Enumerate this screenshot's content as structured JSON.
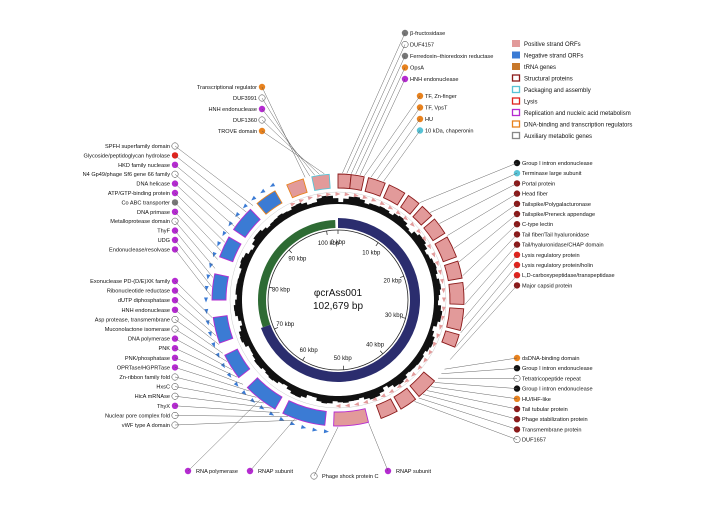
{
  "center": {
    "name": "φcrAss001",
    "size": "102,679 bp"
  },
  "ticks": [
    "0 kbp",
    "10 kbp",
    "20 kbp",
    "30 kbp",
    "40 kbp",
    "50 kbp",
    "60 kbp",
    "70 kbp",
    "80 kbp",
    "90 kbp",
    "100 kbp"
  ],
  "legend": [
    {
      "label": "Positive strand ORFs",
      "color": "#e29a9a",
      "style": "fill"
    },
    {
      "label": "Negative strand ORFs",
      "color": "#3b7bd4",
      "style": "fill"
    },
    {
      "label": "tRNA genes",
      "color": "#c8782a",
      "style": "fill"
    },
    {
      "label": "Structural proteins",
      "color": "#8b1a1a",
      "style": "box"
    },
    {
      "label": "Packaging and assembly",
      "color": "#59c3d6",
      "style": "box"
    },
    {
      "label": "Lysis",
      "color": "#e0231d",
      "style": "box"
    },
    {
      "label": "Replication and nucleic acid metabolism",
      "color": "#b52bd1",
      "style": "box"
    },
    {
      "label": "DNA-binding and transcription regulators",
      "color": "#e8821e",
      "style": "box"
    },
    {
      "label": "Auxiliary metabolic genes",
      "color": "#888888",
      "style": "box"
    }
  ],
  "labels_top": [
    {
      "text": "β-fructosidase",
      "badge": "",
      "color": "#777777"
    },
    {
      "text": "DUF4157",
      "badge": "o",
      "color": "#ffffff"
    },
    {
      "text": "Ferredoxin–thioredoxin reductase",
      "badge": "",
      "color": "#777777"
    },
    {
      "text": "OpsA",
      "badge": "",
      "color": "#e8821e"
    },
    {
      "text": "HNH endonuclease",
      "badge": "",
      "color": "#b52bd1"
    }
  ],
  "labels_top_left": [
    {
      "text": "Transcriptional regulator",
      "badge": "",
      "color": "#e8821e"
    },
    {
      "text": "DUF3991",
      "badge": "o",
      "color": "#ffffff"
    },
    {
      "text": "HNH endonuclease",
      "badge": "",
      "color": "#b52bd1"
    },
    {
      "text": "DUF1360",
      "badge": "o",
      "color": "#ffffff"
    },
    {
      "text": "TROVE domain",
      "badge": "",
      "color": "#e8821e"
    }
  ],
  "labels_top_right": [
    {
      "text": "TF, Zn-finger",
      "badge": "",
      "color": "#e8821e"
    },
    {
      "text": "TF, VpsT",
      "badge": "",
      "color": "#e8821e"
    },
    {
      "text": "HU",
      "badge": "",
      "color": "#e8821e"
    },
    {
      "text": "10 kDa, chaperonin",
      "badge": "",
      "color": "#59c3d6"
    }
  ],
  "labels_right": [
    {
      "text": "Group I intron endonuclease",
      "badge": "",
      "color": "#111111"
    },
    {
      "text": "Terminase large subunit",
      "badge": "",
      "color": "#59c3d6"
    },
    {
      "text": "Portal protein",
      "badge": "",
      "color": "#8b1a1a"
    },
    {
      "text": "Head fiber",
      "badge": "",
      "color": "#8b1a1a"
    },
    {
      "text": "Tailspike/Polygalacturonase",
      "badge": "",
      "color": "#8b1a1a"
    },
    {
      "text": "Tailspike/Preneck appendage",
      "badge": "",
      "color": "#8b1a1a"
    },
    {
      "text": "C-type lectin",
      "badge": "",
      "color": "#8b1a1a"
    },
    {
      "text": "Tail fiber/Tail hyaluronidase",
      "badge": "",
      "color": "#8b1a1a"
    },
    {
      "text": "Tail/hyaluronidase/CHAP domain",
      "badge": "",
      "color": "#8b1a1a"
    },
    {
      "text": "Lysis regulatory protein",
      "badge": "",
      "color": "#e0231d"
    },
    {
      "text": "Lysis regulatory protein/holin",
      "badge": "",
      "color": "#e0231d"
    },
    {
      "text": "L,D-carboxypeptidase/transpeptidase",
      "badge": "",
      "color": "#e0231d"
    },
    {
      "text": "Major capsid protein",
      "badge": "",
      "color": "#8b1a1a"
    }
  ],
  "labels_right_lower": [
    {
      "text": "dsDNA-binding domain",
      "badge": "",
      "color": "#e8821e"
    },
    {
      "text": "Group I intron endonuclease",
      "badge": "",
      "color": "#111111"
    },
    {
      "text": "Tetratricopeptide repeat",
      "badge": "o",
      "color": "#ffffff"
    },
    {
      "text": "Group I intron endonuclease",
      "badge": "",
      "color": "#111111"
    },
    {
      "text": "HU/IHF-like",
      "badge": "",
      "color": "#e8821e"
    },
    {
      "text": "Tail tubular protein",
      "badge": "",
      "color": "#8b1a1a"
    },
    {
      "text": "Phage stabilization protein",
      "badge": "",
      "color": "#8b1a1a"
    },
    {
      "text": "Transmembrane protein",
      "badge": "",
      "color": "#8b1a1a"
    },
    {
      "text": "DUF1657",
      "badge": "o",
      "color": "#ffffff"
    }
  ],
  "labels_left": [
    {
      "text": "SPFH superfamily domain",
      "badge": "o",
      "color": "#ffffff"
    },
    {
      "text": "Glycoside/peptidoglycan hydrolase",
      "badge": "",
      "color": "#e0231d"
    },
    {
      "text": "HKD family nuclease",
      "badge": "",
      "color": "#b52bd1"
    },
    {
      "text": "N4 Gp49/phage Sf6 gene 66 family",
      "badge": "o",
      "color": "#ffffff"
    },
    {
      "text": "DNA helicase",
      "badge": "",
      "color": "#b52bd1"
    },
    {
      "text": "ATP/GTP-binding protein",
      "badge": "",
      "color": "#b52bd1"
    },
    {
      "text": "Co ABC transporter",
      "badge": "",
      "color": "#777777"
    },
    {
      "text": "DNA primase",
      "badge": "",
      "color": "#b52bd1"
    },
    {
      "text": "Metalloprotease domain",
      "badge": "o",
      "color": "#ffffff"
    },
    {
      "text": "ThyF",
      "badge": "",
      "color": "#b52bd1"
    },
    {
      "text": "UDG",
      "badge": "",
      "color": "#b52bd1"
    },
    {
      "text": "Endonuclease/resolvase",
      "badge": "",
      "color": "#b52bd1"
    }
  ],
  "labels_left_lower": [
    {
      "text": "Exonuclease PD-(D/E)XK family",
      "badge": "",
      "color": "#b52bd1"
    },
    {
      "text": "Ribonucleotide reductase",
      "badge": "",
      "color": "#b52bd1"
    },
    {
      "text": "dUTP diphosphatase",
      "badge": "",
      "color": "#b52bd1"
    },
    {
      "text": "HNH endonuclease",
      "badge": "",
      "color": "#b52bd1"
    },
    {
      "text": "Asp protease, transmembrane",
      "badge": "o",
      "color": "#ffffff"
    },
    {
      "text": "Muconolactone isomerase",
      "badge": "o",
      "color": "#ffffff"
    },
    {
      "text": "DNA polymerase",
      "badge": "",
      "color": "#b52bd1"
    },
    {
      "text": "PNK",
      "badge": "",
      "color": "#b52bd1"
    },
    {
      "text": "PNK/phosphatase",
      "badge": "",
      "color": "#b52bd1"
    },
    {
      "text": "OPRTase/HGPRTase",
      "badge": "",
      "color": "#b52bd1"
    },
    {
      "text": "Zn-ribbon family fold",
      "badge": "o",
      "color": "#ffffff"
    },
    {
      "text": "HxsC",
      "badge": "o",
      "color": "#ffffff"
    },
    {
      "text": "HicA mRNAse",
      "badge": "o",
      "color": "#ffffff"
    },
    {
      "text": "ThyX",
      "badge": "",
      "color": "#b52bd1"
    },
    {
      "text": "Nuclear pore complex fold",
      "badge": "o",
      "color": "#ffffff"
    },
    {
      "text": "vWF type A domain",
      "badge": "o",
      "color": "#ffffff"
    }
  ],
  "labels_bottom": [
    {
      "text": "RNA polymerase",
      "badge": "",
      "color": "#b52bd1"
    },
    {
      "text": "RNAP subunit",
      "badge": "",
      "color": "#b52bd1"
    },
    {
      "text": "Phage shock protein C",
      "badge": "o",
      "color": "#ffffff"
    },
    {
      "text": "RNAP subunit",
      "badge": "",
      "color": "#b52bd1"
    }
  ]
}
